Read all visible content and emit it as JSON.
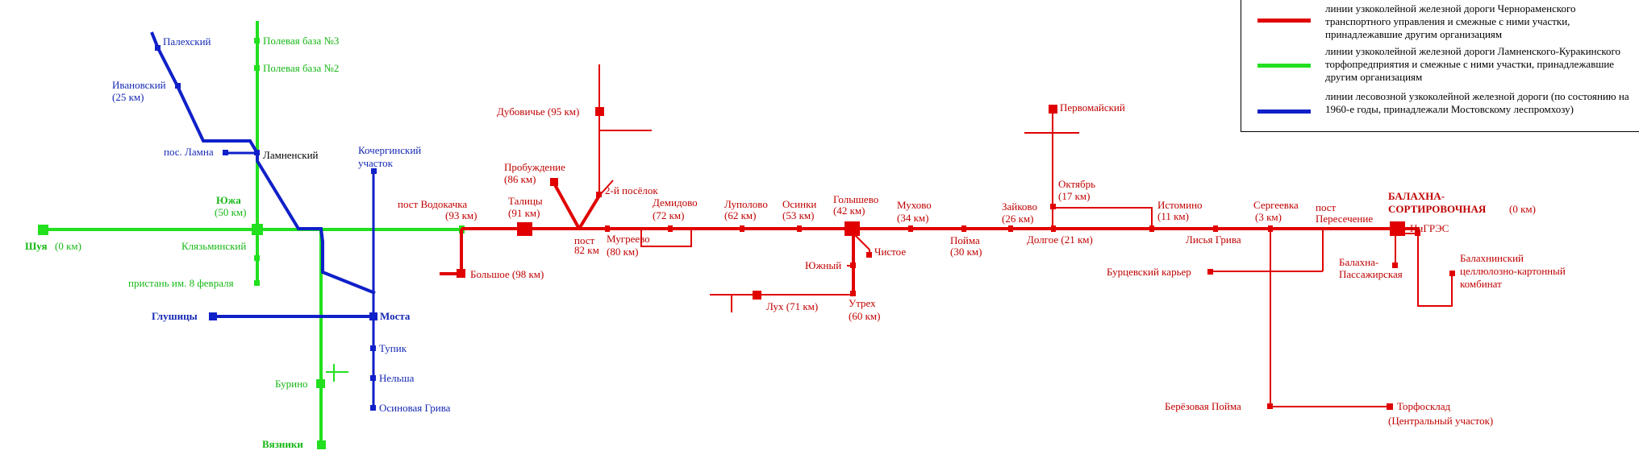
{
  "colors": {
    "red": "#e00000",
    "red_text": "#c00000",
    "green": "#22e01e",
    "green_text": "#16b816",
    "blue": "#1020c8",
    "blue_text": "#1428b4"
  },
  "legend": [
    {
      "color": "red",
      "text": "линии узкоколейной железной дороги Чернораменского транспортного управления и смежные с ними участки, принадлежавшие другим организациям"
    },
    {
      "color": "green",
      "text": "линии узкоколейной железной дороги Ламненского-Куракинского торфопредприятия и смежные с ними участки, принадлежавшие другим организациям"
    },
    {
      "color": "blue",
      "text": "линии лесовозной узкоколейной железной дороги (по состоянию на 1960-е годы, принадлежали Мостовскому леспромхозу)"
    }
  ],
  "labels": {
    "palekhsky": "Палехский",
    "ivanovsky": "Ивановский",
    "ivanovsky_km": "(25 км)",
    "pos_lamna": "пос. Ламна",
    "lamnensky": "Ламненский",
    "polevaya3": "Полевая база №3",
    "polevaya2": "Полевая база №2",
    "kochergino1": "Кочергинский",
    "kochergino2": "участок",
    "yuzha": "Южа",
    "yuzha_km": "(50 км)",
    "shuya": "Шуя",
    "shuya_km": "(0 км)",
    "klyazminsky": "Клязьминский",
    "pristan": "пристань им. 8 февраля",
    "glushitsy": "Глушицы",
    "mosta": "Моста",
    "tupik": "Тупик",
    "nelsha": "Нельша",
    "osinovaya": "Осиновая Грива",
    "burino": "Бурино",
    "vyazniki": "Вязники",
    "vodokachka": "пост Водокачка",
    "vodokachka_km": "(93 км)",
    "talitsy": "Талицы",
    "talitsy_km": "(91 км)",
    "bolshoe": "Большое (98 км)",
    "dubovichye": "Дубовичье (95 км)",
    "probuzhdenie": "Пробуждение",
    "probuzhdenie_km": "(86 км)",
    "vtoroy_poselok": "2-й посёлок",
    "post82a": "пост",
    "post82b": "82 км",
    "mugreevo": "Мугреево",
    "mugreevo_km": "(80 км)",
    "demidovo": "Демидово",
    "demidovo_km": "(72 км)",
    "lupolovo": "Луполово",
    "lupolovo_km": "(62 км)",
    "osinki": "Осинки",
    "osinki_km": "(53 км)",
    "golyshevo": "Голышево",
    "golyshevo_km": "(42 км)",
    "mukhovo": "Мухово",
    "mukhovo_km": "(34 км)",
    "chistoe": "Чистое",
    "yuzhny": "Южный",
    "lukh": "Лух (71 км)",
    "utrekh": "Утрех",
    "utrekh_km": "(60 км)",
    "poyma": "Пойма",
    "poyma_km": "(30 км)",
    "zaykovo": "Зайково",
    "zaykovo_km": "(26 км)",
    "pervomaysky": "Первомайский",
    "oktyabr": "Октябрь",
    "oktyabr_km": "(17 км)",
    "dolgoe": "Долгое (21 км)",
    "istomino": "Истомино",
    "istomino_km": "(11 км)",
    "lisya": "Лисья Грива",
    "sergeevka": "Сергеевка",
    "sergeevka_km": "(3 км)",
    "peresechenie1": "пост",
    "peresechenie2": "Пересечение",
    "balakhna1": "БАЛАХНА-",
    "balakhna2": "СОРТИРОВОЧНАЯ",
    "balakhna_km": "(0 км)",
    "nigres": "НиГРЭС",
    "burtsevsky": "Бурцевский карьер",
    "balakhna_pass1": "Балахна-",
    "balakhna_pass2": "Пассажирская",
    "kombinat1": "Балахнинский",
    "kombinat2": "целлюлозно-картонный",
    "kombinat3": "комбинат",
    "berezovaya": "Берёзовая Пойма",
    "torfosklad1": "Торфосклад",
    "torfosklad2": "(Центральный участок)"
  }
}
